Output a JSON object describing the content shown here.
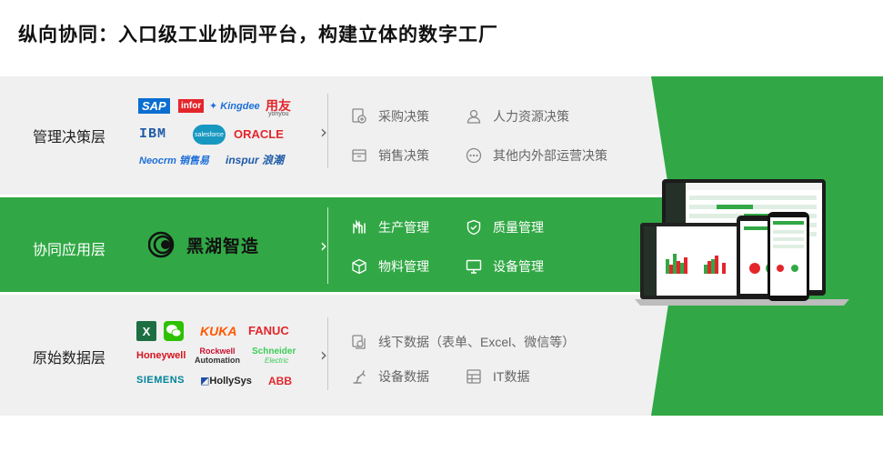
{
  "title": "纵向协同：入口级工业协同平台，构建立体的数字工厂",
  "layers": {
    "top": {
      "label": "管理决策层",
      "logos": {
        "sap": "SAP",
        "infor": "infor",
        "kingdee": "Kingdee",
        "yonyou": "用友",
        "yonyou_sub": "yonyou",
        "ibm": "IBM",
        "salesforce": "salesforce",
        "oracle": "ORACLE",
        "neocrm": "Neocrm 销售易",
        "inspur": "inspur 浪潮"
      },
      "items": [
        "采购决策",
        "人力资源决策",
        "销售决策",
        "其他内外部运营决策"
      ]
    },
    "mid": {
      "label": "协同应用层",
      "brand": "黑湖智造",
      "items": [
        "生产管理",
        "质量管理",
        "物料管理",
        "设备管理"
      ]
    },
    "bot": {
      "label": "原始数据层",
      "logos": {
        "excel": "X",
        "kuka": "KUKA",
        "fanuc": "FANUC",
        "honeywell": "Honeywell",
        "rockwell": "Rockwell",
        "rockwell_sub": "Automation",
        "schneider": "Schneider",
        "schneider_sub": "Electric",
        "siemens": "SIEMENS",
        "hollysys": "HollySys",
        "abb": "ABB"
      },
      "items": [
        "线下数据（表单、Excel、微信等）",
        "设备数据",
        "IT数据"
      ]
    }
  },
  "colors": {
    "accent": "#31a845",
    "band": "#f0f0f0"
  }
}
